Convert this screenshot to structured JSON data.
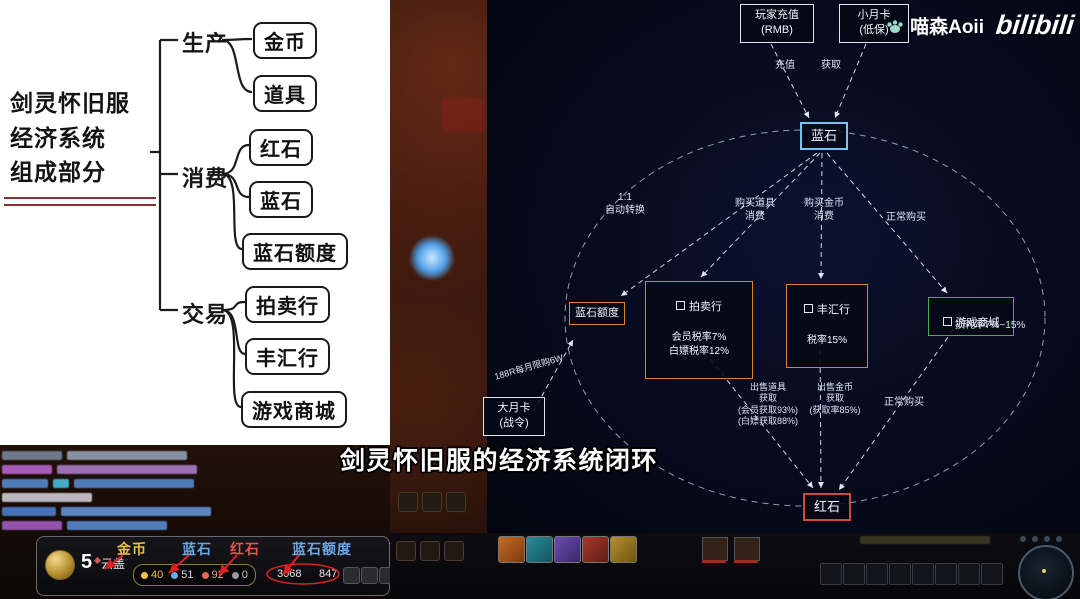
{
  "watermark": {
    "channel": "喵森Aoii",
    "site": "bilibili"
  },
  "subtitle": "剑灵怀旧服的经济系统闭环",
  "mindmap": {
    "title": "剑灵怀旧服\n经济系统\n组成部分",
    "branches": [
      {
        "label": "生产",
        "children": [
          "金币",
          "道具"
        ]
      },
      {
        "label": "消费",
        "children": [
          "红石",
          "蓝石",
          "蓝石额度"
        ]
      },
      {
        "label": "交易",
        "children": [
          "拍卖行",
          "丰汇行",
          "游戏商城"
        ]
      }
    ]
  },
  "flow": {
    "nodes": {
      "player_recharge": "玩家充值\n(RMB)",
      "small_monthly_card": "小月卡\n(低保)",
      "blue_stone": "蓝石",
      "blue_stone_quota": "蓝石额度",
      "auction_title": "拍卖行",
      "auction_lines": "会员税率7%\n白嫖税率12%",
      "exchange_title": "丰汇行",
      "exchange_lines": "税率15%",
      "game_mall": "游戏商城",
      "red_stone": "红石",
      "big_monthly_card": "大月卡\n(战令)"
    },
    "edges": {
      "recharge": "充值",
      "obtain": "获取",
      "auto_convert": "1:1\n自动转换",
      "buy_items": "购买道具\n消费",
      "buy_gold": "购买金币\n消费",
      "normal_buy_top": "正常购买",
      "loss_rate": "损耗率7%~15%",
      "monthly_limit": "188R每月限购6W",
      "sell_items": "出售道具\n获取\n(会员获取93%)\n(白嫖获取88%)",
      "sell_gold": "出售金币\n获取\n(获取率85%)",
      "normal_buy_bottom": "正常购买"
    },
    "colors": {
      "blue_node": "#79c0ee",
      "orange_node": "#e0821e",
      "green_node": "#43b04a",
      "red_node": "#cf4b35"
    }
  },
  "hud": {
    "currency_labels": [
      {
        "text": "金币",
        "color": "#e8c14a"
      },
      {
        "text": "蓝石",
        "color": "#6aa8e8"
      },
      {
        "text": "红石",
        "color": "#e25848"
      },
      {
        "text": "蓝石额度",
        "color": "#6aa8e8"
      }
    ],
    "level": "5",
    "player_name": "云盖",
    "stats": [
      {
        "value": "40",
        "color": "#e8c14a"
      },
      {
        "value": "51",
        "color": "#cdd8e8"
      },
      {
        "value": "92",
        "color": "#e8a092"
      },
      {
        "value": "0",
        "color": "#c8c8c8"
      }
    ],
    "amounts": [
      "3068",
      "847"
    ]
  }
}
